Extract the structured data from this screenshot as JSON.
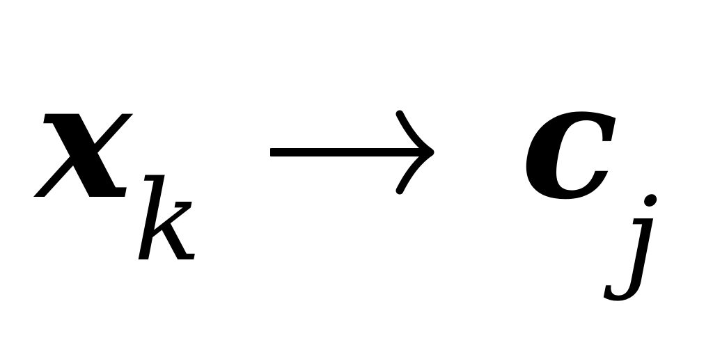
{
  "expression": {
    "source": {
      "variable": "x",
      "subscript": "k"
    },
    "relation_icon": "right-arrow-icon",
    "target": {
      "variable": "c",
      "subscript": "j"
    }
  },
  "colors": {
    "ink": "#000000",
    "background": "#ffffff"
  }
}
